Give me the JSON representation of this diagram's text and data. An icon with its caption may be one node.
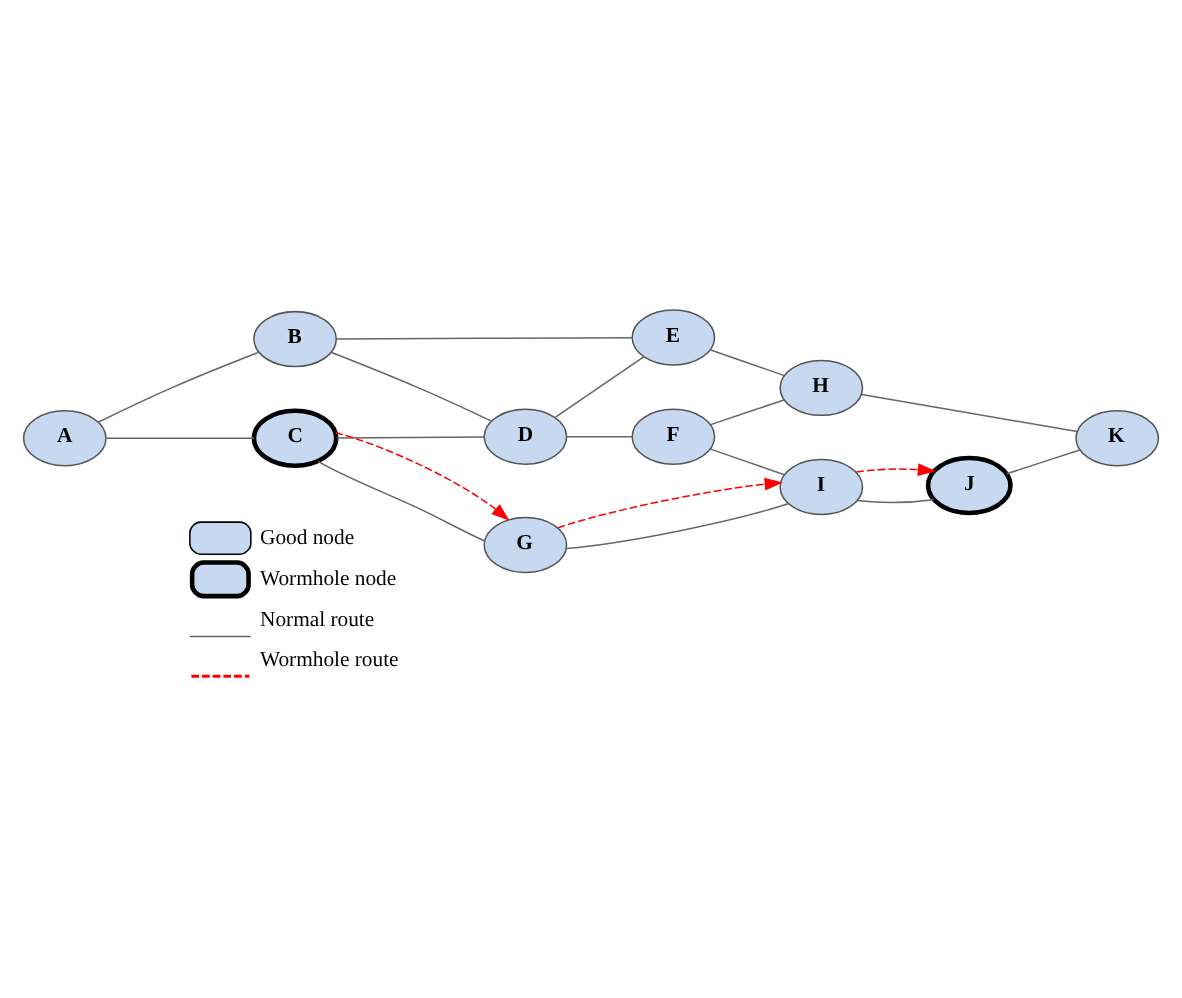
{
  "diagram": {
    "nodes": [
      {
        "text": [
          "A"
        ]
      },
      {
        "text": [
          "B"
        ]
      },
      {
        "text": [
          "C"
        ]
      },
      {
        "text": [
          "D"
        ]
      },
      {
        "text": [
          "E"
        ]
      },
      {
        "text": [
          "F"
        ]
      },
      {
        "text": [
          "G"
        ]
      },
      {
        "text": [
          "H"
        ]
      },
      {
        "text": [
          "I"
        ]
      },
      {
        "text": [
          "J"
        ]
      },
      {
        "text": [
          "K"
        ]
      }
    ],
    "edges": [
      {
        "from": 0,
        "to": 1,
        "arrow": "none"
      },
      {
        "from": 0,
        "to": 2,
        "arrow": "none"
      },
      {
        "from": 1,
        "to": 4,
        "arrow": "none"
      },
      {
        "from": 1,
        "to": 3,
        "arrow": "none"
      },
      {
        "from": 3,
        "to": 4,
        "arrow": "none"
      },
      {
        "from": 2,
        "to": 3,
        "arrow": "none"
      },
      {
        "from": 3,
        "to": 5,
        "arrow": "none"
      },
      {
        "from": 4,
        "to": 7,
        "arrow": "none"
      },
      {
        "from": 7,
        "to": 10,
        "arrow": "none"
      },
      {
        "from": 5,
        "to": 7,
        "arrow": "none"
      },
      {
        "from": 5,
        "to": 8,
        "arrow": "none"
      },
      {
        "from": 9,
        "to": 10,
        "arrow": "none"
      },
      {
        "from": 2,
        "to": 6,
        "arrow": "none"
      },
      {
        "from": 6,
        "to": 8,
        "arrow": "none"
      },
      {
        "from": 8,
        "to": 9,
        "arrow": "none"
      },
      {
        "from": 2,
        "to": 6,
        "arrow": "to",
        "style": "dashed",
        "color": "#ff0000"
      },
      {
        "from": 6,
        "to": 8,
        "arrow": "to",
        "style": "dashed",
        "color": "#ff0000"
      },
      {
        "from": 8,
        "to": 9,
        "arrow": "to",
        "style": "dashed",
        "color": "#ff0000"
      }
    ],
    "legend": [
      {
        "text": "Good node"
      },
      {
        "text": "Wormhole node"
      },
      {
        "text": "Normal route"
      },
      {
        "text": "Wormhole route"
      }
    ]
  }
}
